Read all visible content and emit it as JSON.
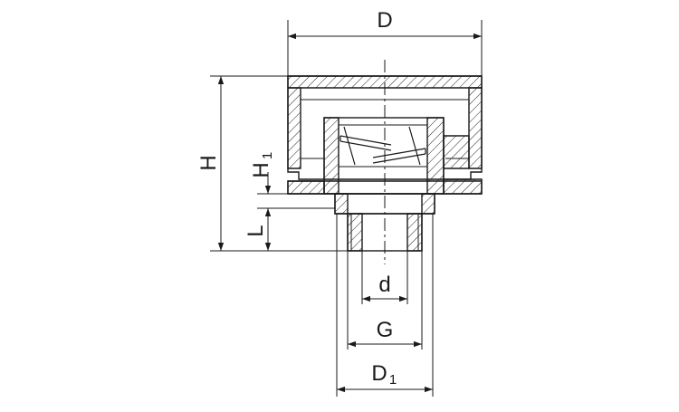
{
  "drawing": {
    "dimensions": {
      "D": {
        "label": "D"
      },
      "H": {
        "label": "H"
      },
      "H1": {
        "label": "H",
        "sub": "1"
      },
      "L": {
        "label": "L"
      },
      "d": {
        "label": "d"
      },
      "G": {
        "label": "G"
      },
      "D1": {
        "label": "D",
        "sub": "1"
      }
    }
  }
}
